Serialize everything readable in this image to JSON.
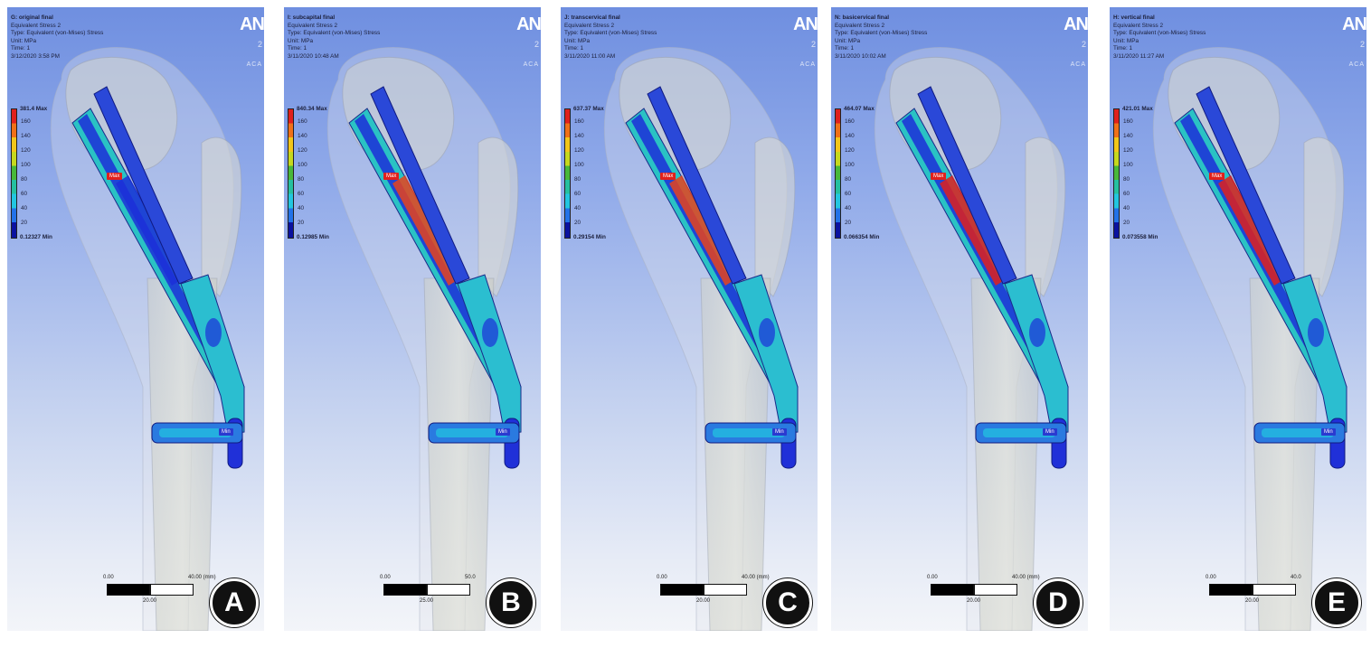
{
  "legend_ticks": [
    "160",
    "140",
    "120",
    "100",
    "80",
    "60",
    "40",
    "20"
  ],
  "logo": {
    "text": "AN",
    "sub": "ACA",
    "num": "2"
  },
  "max_tag": "Max",
  "min_tag": "Min",
  "panels": [
    {
      "label": "A",
      "title": "G: original final",
      "lines": [
        "Equivalent Stress 2",
        "Type: Equivalent (von-Mises) Stress",
        "Unit: MPa",
        "Time: 1",
        "3/12/2020 3:58 PM"
      ],
      "max_value": "381.4 Max",
      "min_value": "0.12327 Min",
      "scale": {
        "start": "0.00",
        "end": "40.00 (mm)",
        "mid": "20.00"
      },
      "colors": {
        "hot": "#1c2fd8"
      }
    },
    {
      "label": "B",
      "title": "I: subcapital final",
      "lines": [
        "Equivalent Stress 2",
        "Type: Equivalent (von-Mises) Stress",
        "Unit: MPa",
        "Time: 1",
        "3/11/2020 10:48 AM"
      ],
      "max_value": "840.34 Max",
      "min_value": "0.12985 Min",
      "scale": {
        "start": "0.00",
        "end": "50.0",
        "mid": "25.00"
      },
      "colors": {
        "hot": "#e8431c"
      }
    },
    {
      "label": "C",
      "title": "J: transcervical final",
      "lines": [
        "Equivalent Stress 2",
        "Type: Equivalent (von-Mises) Stress",
        "Unit: MPa",
        "Time: 1",
        "3/11/2020 11:00 AM"
      ],
      "max_value": "637.37 Max",
      "min_value": "0.29154 Min",
      "scale": {
        "start": "0.00",
        "end": "40.00 (mm)",
        "mid": "20.00"
      },
      "colors": {
        "hot": "#e8431c"
      }
    },
    {
      "label": "D",
      "title": "N: basicervical final",
      "lines": [
        "Equivalent Stress 2",
        "Type: Equivalent (von-Mises) Stress",
        "Unit: MPa",
        "Time: 1",
        "3/11/2020 10:02 AM"
      ],
      "max_value": "464.07 Max",
      "min_value": "0.066354 Min",
      "scale": {
        "start": "0.00",
        "end": "40.00 (mm)",
        "mid": "20.00"
      },
      "colors": {
        "hot": "#e0201c"
      }
    },
    {
      "label": "E",
      "title": "H: vertical final",
      "lines": [
        "Equivalent Stress 2",
        "Type: Equivalent (von-Mises) Stress",
        "Unit: MPa",
        "Time: 1",
        "3/11/2020 11:27 AM"
      ],
      "max_value": "421.01 Max",
      "min_value": "0.073558 Min",
      "scale": {
        "start": "0.00",
        "end": "40.0",
        "mid": "20.00"
      },
      "colors": {
        "hot": "#e0201c"
      }
    }
  ]
}
